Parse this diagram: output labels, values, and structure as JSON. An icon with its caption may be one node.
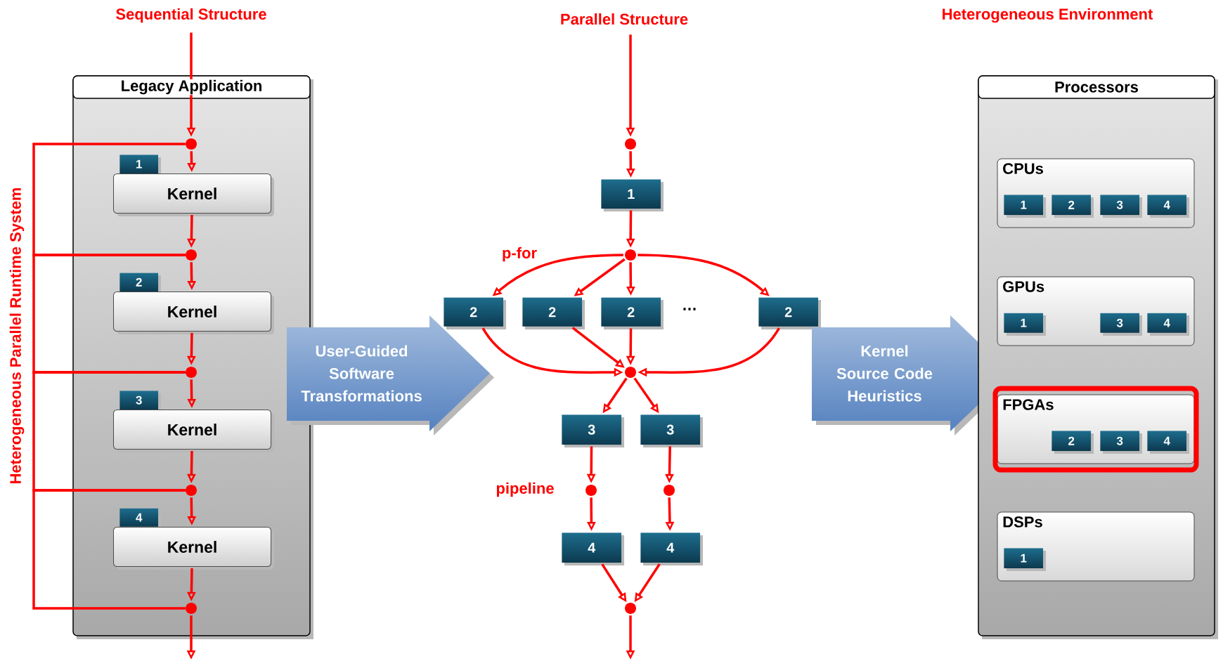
{
  "diagram": {
    "nodes": [
      {
        "text": [
          "Sequential Structure"
        ]
      },
      {
        "text": [
          "Parallel Structure"
        ]
      },
      {
        "text": [
          "Legacy Application"
        ]
      },
      {
        "text": [],
        "shape": "circle",
        "in": 2
      },
      {
        "text": [
          "1"
        ],
        "in": 2
      },
      {
        "text": [
          "Kernel"
        ],
        "in": 2
      },
      {
        "text": [],
        "shape": "circle",
        "in": 2
      },
      {
        "text": [
          "2"
        ],
        "in": 2
      },
      {
        "text": [
          "Kernel"
        ],
        "in": 2
      },
      {
        "text": [],
        "shape": "circle",
        "in": 2
      },
      {
        "text": [
          "3"
        ],
        "in": 2
      },
      {
        "text": [
          "Kernel"
        ],
        "in": 2
      },
      {
        "text": [],
        "shape": "circle",
        "in": 2
      },
      {
        "text": [
          "4"
        ],
        "in": 2
      },
      {
        "text": [
          "Kernel"
        ],
        "in": 2
      },
      {
        "text": [],
        "shape": "circle",
        "in": 2
      },
      {
        "text": [
          "User-Guided Software Transformations"
        ]
      },
      {
        "text": [],
        "shape": "circle"
      },
      {
        "text": [
          "1"
        ]
      },
      {
        "text": [],
        "shape": "circle"
      },
      {
        "text": [
          "2"
        ]
      },
      {
        "text": [
          "2"
        ]
      },
      {
        "text": [
          "2"
        ]
      },
      {
        "text": [
          "2"
        ]
      },
      {
        "text": [],
        "shape": "circle"
      },
      {
        "text": [
          "3"
        ]
      },
      {
        "text": [
          "3"
        ]
      },
      {
        "text": [],
        "shape": "circle"
      },
      {
        "text": [],
        "shape": "circle"
      },
      {
        "text": [
          "4"
        ]
      },
      {
        "text": [
          "4"
        ]
      },
      {
        "text": [],
        "shape": "circle"
      },
      {
        "text": [
          "Kernel Source Code Heuristics"
        ]
      },
      {
        "text": [
          "Processors"
        ]
      },
      {
        "text": [
          "CPUs"
        ],
        "in": 33
      },
      {
        "text": [
          "1"
        ],
        "in": 34
      },
      {
        "text": [
          "2"
        ],
        "in": 34
      },
      {
        "text": [
          "3"
        ],
        "in": 34
      },
      {
        "text": [
          "4"
        ],
        "in": 34
      },
      {
        "text": [
          "GPUs"
        ],
        "in": 33
      },
      {
        "text": [
          "1"
        ],
        "in": 39
      },
      {
        "text": [
          "3"
        ],
        "in": 39
      },
      {
        "text": [
          "4"
        ],
        "in": 39
      },
      {
        "text": [
          "FPGAs"
        ],
        "in": 33
      },
      {
        "text": [
          "2"
        ],
        "in": 43
      },
      {
        "text": [
          "3"
        ],
        "in": 43
      },
      {
        "text": [
          "4"
        ],
        "in": 43
      },
      {
        "text": [
          "DSPs"
        ],
        "in": 33
      },
      {
        "text": [
          "1"
        ],
        "in": 47
      }
    ],
    "edges": [
      {
        "from": 0,
        "to": 3,
        "arrow": "to"
      },
      {
        "from": 3,
        "to": 5,
        "arrow": "to"
      },
      {
        "from": 5,
        "to": 6,
        "arrow": "to"
      },
      {
        "from": 6,
        "to": 8,
        "arrow": "to"
      },
      {
        "from": 8,
        "to": 9,
        "arrow": "to"
      },
      {
        "from": 9,
        "to": 11,
        "arrow": "to"
      },
      {
        "from": 11,
        "to": 12,
        "arrow": "to"
      },
      {
        "from": 12,
        "to": 14,
        "arrow": "to"
      },
      {
        "from": 14,
        "to": 15,
        "arrow": "to"
      },
      {
        "from": 15,
        "to": null,
        "arrow": "to"
      },
      {
        "from": 3,
        "to": 6,
        "arrow": "none"
      },
      {
        "from": 6,
        "to": 9,
        "arrow": "none"
      },
      {
        "from": 9,
        "to": 12,
        "arrow": "none"
      },
      {
        "from": 12,
        "to": 15,
        "arrow": "none"
      },
      {
        "from": 1,
        "to": 17,
        "arrow": "to"
      },
      {
        "from": 17,
        "to": 18,
        "arrow": "to"
      },
      {
        "from": 18,
        "to": 19,
        "arrow": "to"
      },
      {
        "from": 19,
        "to": 20,
        "arrow": "to"
      },
      {
        "from": 19,
        "to": 21,
        "arrow": "to"
      },
      {
        "from": 19,
        "to": 22,
        "arrow": "to"
      },
      {
        "from": 19,
        "to": 23,
        "arrow": "to"
      },
      {
        "from": 20,
        "to": 24,
        "arrow": "to"
      },
      {
        "from": 21,
        "to": 24,
        "arrow": "to"
      },
      {
        "from": 22,
        "to": 24,
        "arrow": "to"
      },
      {
        "from": 23,
        "to": 24,
        "arrow": "to"
      },
      {
        "from": 24,
        "to": 25,
        "arrow": "to"
      },
      {
        "from": 24,
        "to": 26,
        "arrow": "to"
      },
      {
        "from": 25,
        "to": 27,
        "arrow": "to"
      },
      {
        "from": 26,
        "to": 28,
        "arrow": "to"
      },
      {
        "from": 27,
        "to": 29,
        "arrow": "to"
      },
      {
        "from": 28,
        "to": 30,
        "arrow": "to"
      },
      {
        "from": 29,
        "to": 31,
        "arrow": "to"
      },
      {
        "from": 30,
        "to": 31,
        "arrow": "to"
      },
      {
        "from": 31,
        "to": null,
        "arrow": "to"
      }
    ],
    "labels": [
      "Heterogeneous Environment",
      "Heterogeneous Parallel Runtime System",
      "p-for",
      "…",
      "pipeline"
    ]
  }
}
